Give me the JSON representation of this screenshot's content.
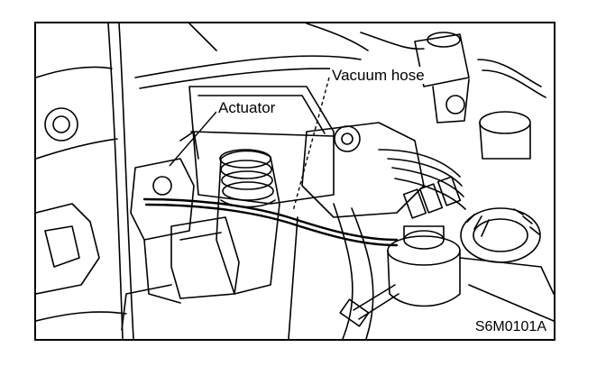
{
  "labels": {
    "actuator": "Actuator",
    "vacuum_hose": "Vacuum hose"
  },
  "figure_code": "S6M0101A",
  "colors": {
    "line": "#000000",
    "background": "#ffffff"
  }
}
